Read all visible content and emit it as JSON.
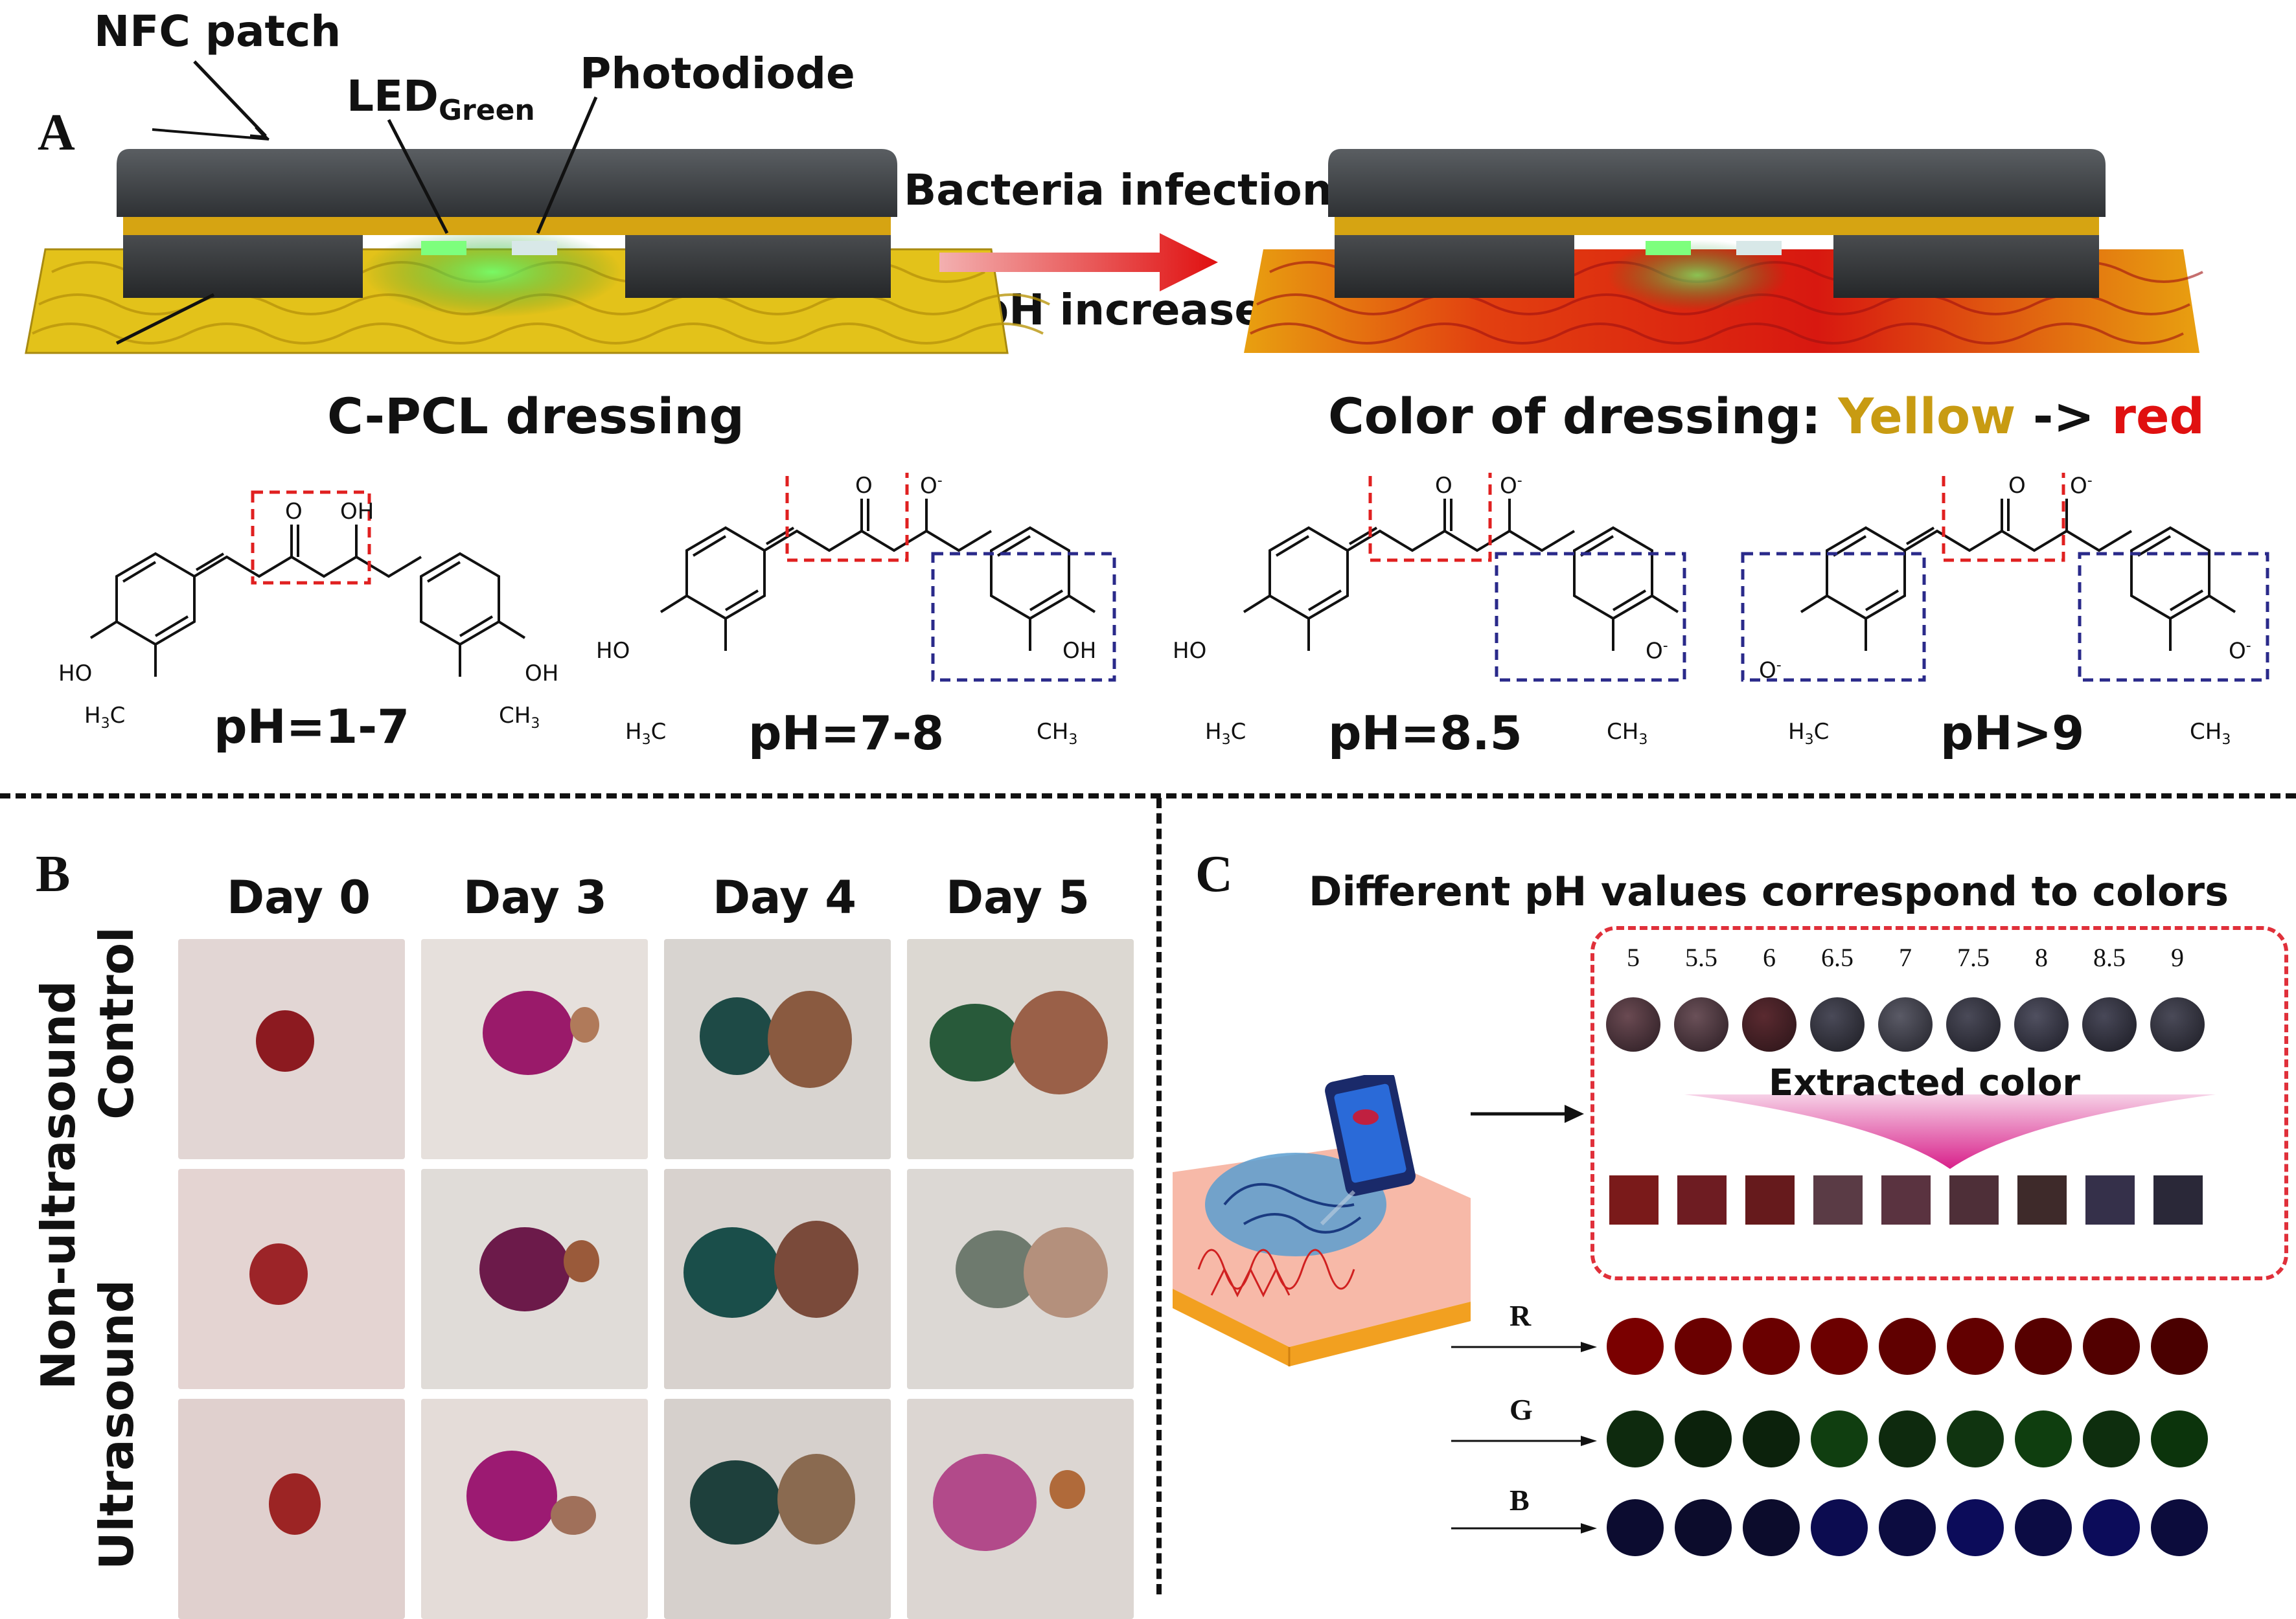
{
  "panel_a": {
    "letter": "A",
    "nfc_patch": "NFC patch",
    "led": "LED",
    "led_sub": "Green",
    "photodiode": "Photodiode",
    "arrow_top": "Bacteria infection",
    "arrow_bottom": "pH increase",
    "dressing_label": "C-PCL dressing",
    "color_label_prefix": "Color of dressing: ",
    "color_yellow": "Yellow",
    "color_arrow": " -> ",
    "color_red": "red",
    "structures": [
      {
        "ph": "pH=1-7"
      },
      {
        "ph": "pH=7-8"
      },
      {
        "ph": "pH=8.5"
      },
      {
        "ph": "pH>9"
      }
    ],
    "chem": {
      "O": "O",
      "OH": "OH",
      "HO": "HO",
      "Ominus": "O",
      "minus": "-",
      "H3C": "H",
      "three": "3",
      "C": "C",
      "CH": "CH"
    }
  },
  "panel_b": {
    "letter": "B",
    "days": [
      "Day 0",
      "Day 3",
      "Day 4",
      "Day 5"
    ],
    "row_labels": [
      "Control",
      "Ultrasound"
    ],
    "side_label": "Non-ultrasound"
  },
  "panel_c": {
    "letter": "C",
    "title": "Different pH values correspond to colors",
    "ph_values": [
      "5",
      "5.5",
      "6",
      "6.5",
      "7",
      "7.5",
      "8",
      "8.5",
      "9"
    ],
    "extracted": "Extracted color",
    "channels": [
      "R",
      "G",
      "B"
    ]
  },
  "colors": {
    "yellow": "#c89b12",
    "red": "#e01010",
    "swatches": [
      "#7a1a1a",
      "#6e1c22",
      "#661a1c",
      "#5a3b45",
      "#5a3340",
      "#4e2f38",
      "#3e2a2a",
      "#35304a",
      "#2a2838"
    ],
    "R": [
      "#7a0000",
      "#6a0000",
      "#6a0000",
      "#6c0000",
      "#600000",
      "#620000",
      "#560000",
      "#520000",
      "#4a0000"
    ],
    "G": [
      "#0e2a0e",
      "#0c220c",
      "#0c220c",
      "#103e10",
      "#0e2a0e",
      "#103410",
      "#0f3e0f",
      "#0e2e0e",
      "#0c340c"
    ],
    "B": [
      "#0c0c30",
      "#0c0c2c",
      "#0c0c2c",
      "#0c0c50",
      "#0c0c40",
      "#0c0c5a",
      "#0c0c44",
      "#0c0c5a",
      "#0c0c3c"
    ]
  }
}
